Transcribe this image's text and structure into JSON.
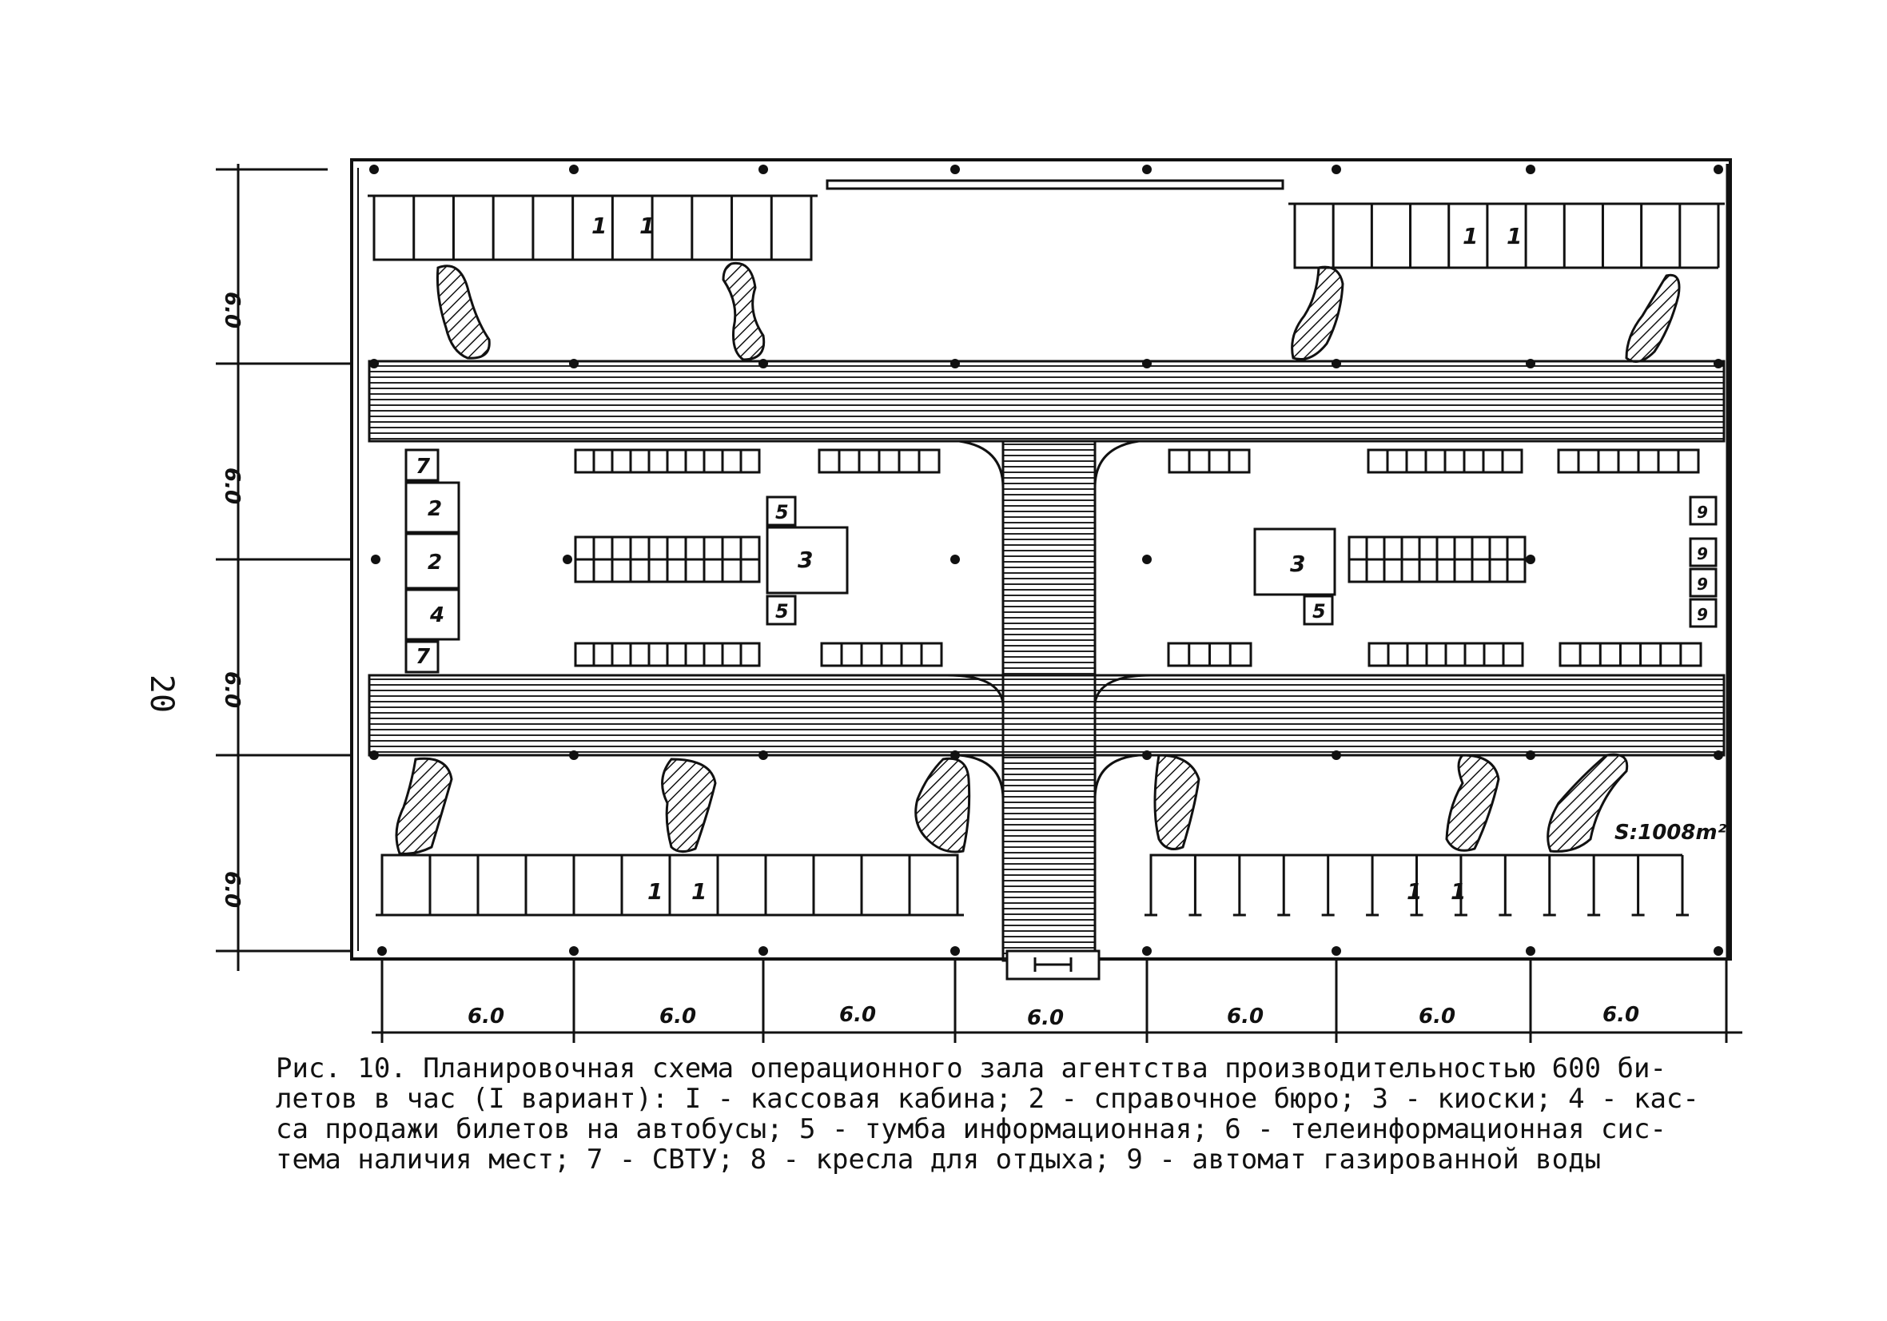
{
  "page_number": "20",
  "area_label": "S:1008m²",
  "dimensions": {
    "vertical": [
      "6.0",
      "6.0",
      "6.0",
      "6.0"
    ],
    "horizontal": [
      "6.0",
      "6.0",
      "6.0",
      "6.0",
      "6.0",
      "6.0",
      "6.0"
    ]
  },
  "item_numbers": {
    "cashier": "1",
    "info_bureau": "2",
    "kiosk": "3",
    "bus_ticket_desk": "4",
    "info_stand": "5",
    "svtu": "7",
    "water_machine": "9"
  },
  "caption": {
    "lines": [
      "Рис. 10. Планировочная схема операционного зала агентства производительностью 600 би-",
      "летов в час (I вариант): I - кассовая кабина; 2 - справочное бюро; 3 - киоски; 4 - кас-",
      "са продажи билетов на автобусы; 5 - тумба информационная; 6 - телеинформационная сис-",
      "тема наличия мест; 7 - СВТУ; 8 - кресла для отдыха; 9 - автомат газированной воды"
    ]
  },
  "colors": {
    "ink": "#111111",
    "paper": "#ffffff"
  }
}
